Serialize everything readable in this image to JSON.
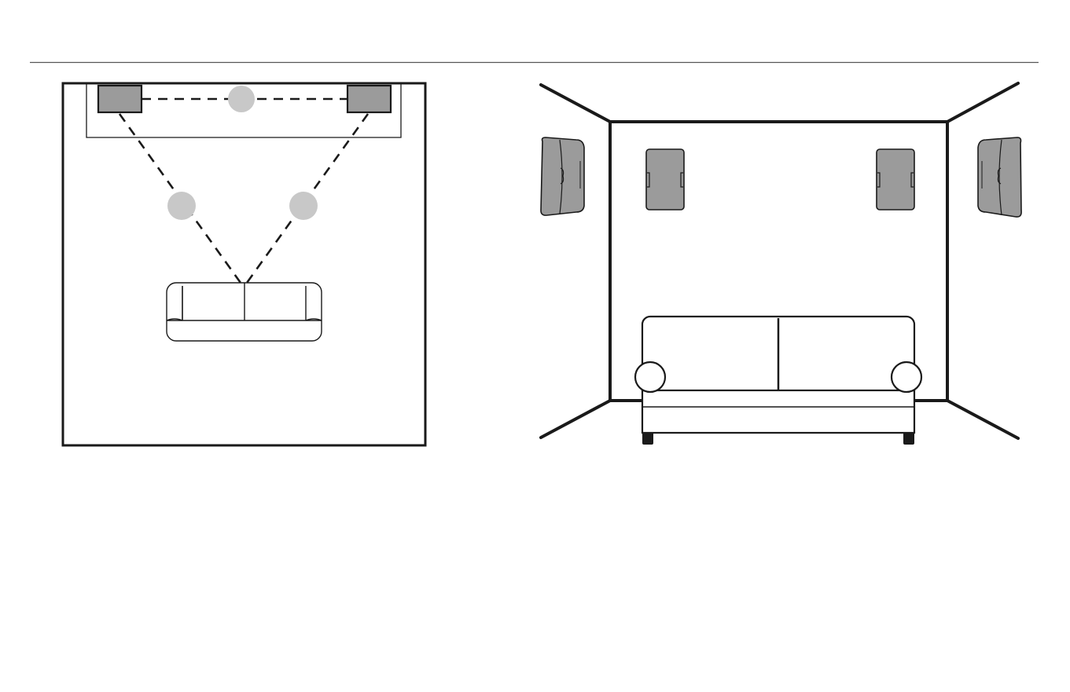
{
  "colors": {
    "background": "#ffffff",
    "line": "#1a1a1a",
    "rule": "#555555",
    "speaker_fill": "#9b9b9b",
    "marker_fill": "#c8c8c8",
    "sofa_fill": "#ffffff"
  },
  "top_view": {
    "speakers": [
      "left-speaker",
      "right-speaker"
    ],
    "markers": [
      "marker-speaker-to-speaker",
      "marker-left-to-seat",
      "marker-right-to-seat"
    ],
    "furniture": [
      "media-console",
      "sofa"
    ]
  },
  "front_view": {
    "speakers": [
      "left-wall-surround-speaker",
      "left-front-speaker",
      "right-front-speaker",
      "right-wall-surround-speaker"
    ],
    "furniture": [
      "sofa"
    ]
  }
}
